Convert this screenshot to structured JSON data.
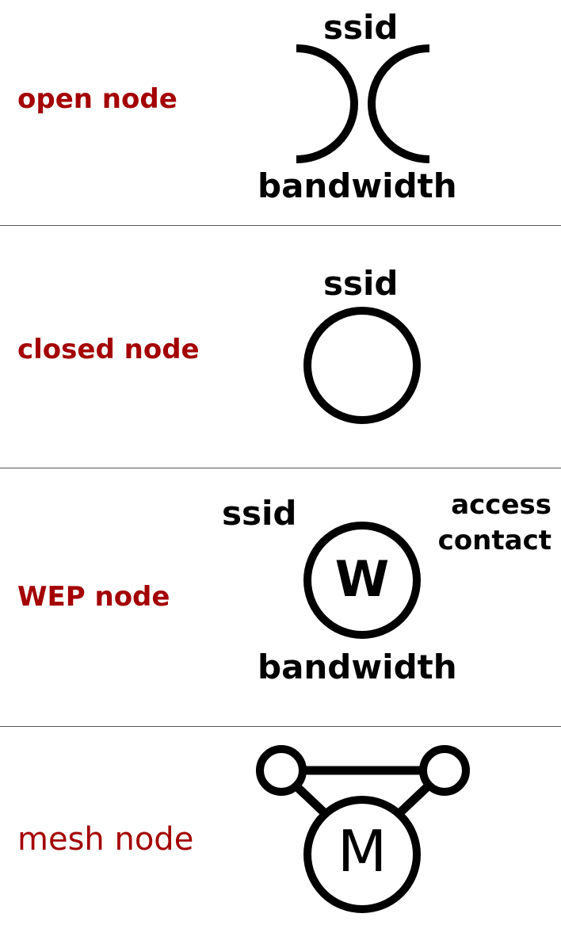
{
  "legend": {
    "open": {
      "label": "open node",
      "top_text": "ssid",
      "bottom_text": "bandwidth"
    },
    "closed": {
      "label": "closed node",
      "top_text": "ssid"
    },
    "wep": {
      "label": "WEP node",
      "left_text": "ssid",
      "right_text_line1": "access",
      "right_text_line2": "contact",
      "center_letter": "W",
      "bottom_text": "bandwidth"
    },
    "mesh": {
      "label": "mesh node",
      "center_letter": "M"
    }
  },
  "colors": {
    "label": "#a40000",
    "symbol": "#000000",
    "divider": "#555555"
  }
}
